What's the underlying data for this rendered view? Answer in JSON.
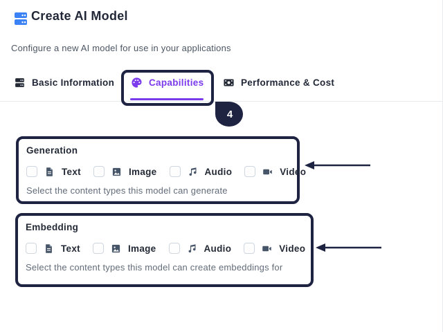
{
  "header": {
    "title": "Create AI Model",
    "subtitle": "Configure a new AI model for use in your applications"
  },
  "tabs": [
    {
      "label": "Basic Information",
      "icon": "server-stack-icon",
      "active": false
    },
    {
      "label": "Capabilities",
      "icon": "palette-icon",
      "active": true
    },
    {
      "label": "Performance & Cost",
      "icon": "money-icon",
      "active": false
    }
  ],
  "annotation": {
    "step_badge": "4"
  },
  "sections": [
    {
      "title": "Generation",
      "helper": "Select the content types this model can generate",
      "options": [
        {
          "label": "Text",
          "icon": "text-file-icon",
          "checked": false
        },
        {
          "label": "Image",
          "icon": "image-icon",
          "checked": false
        },
        {
          "label": "Audio",
          "icon": "audio-note-icon",
          "checked": false
        },
        {
          "label": "Video",
          "icon": "video-camera-icon",
          "checked": false
        }
      ]
    },
    {
      "title": "Embedding",
      "helper": "Select the content types this model can create embeddings for",
      "options": [
        {
          "label": "Text",
          "icon": "text-file-icon",
          "checked": false
        },
        {
          "label": "Image",
          "icon": "image-icon",
          "checked": false
        },
        {
          "label": "Audio",
          "icon": "audio-note-icon",
          "checked": false
        },
        {
          "label": "Video",
          "icon": "video-camera-icon",
          "checked": false
        }
      ]
    }
  ],
  "colors": {
    "accent_purple": "#7c3aed",
    "annotation_navy": "#1e2342",
    "brand_blue": "#3b82f6",
    "icon_slate": "#475569"
  }
}
